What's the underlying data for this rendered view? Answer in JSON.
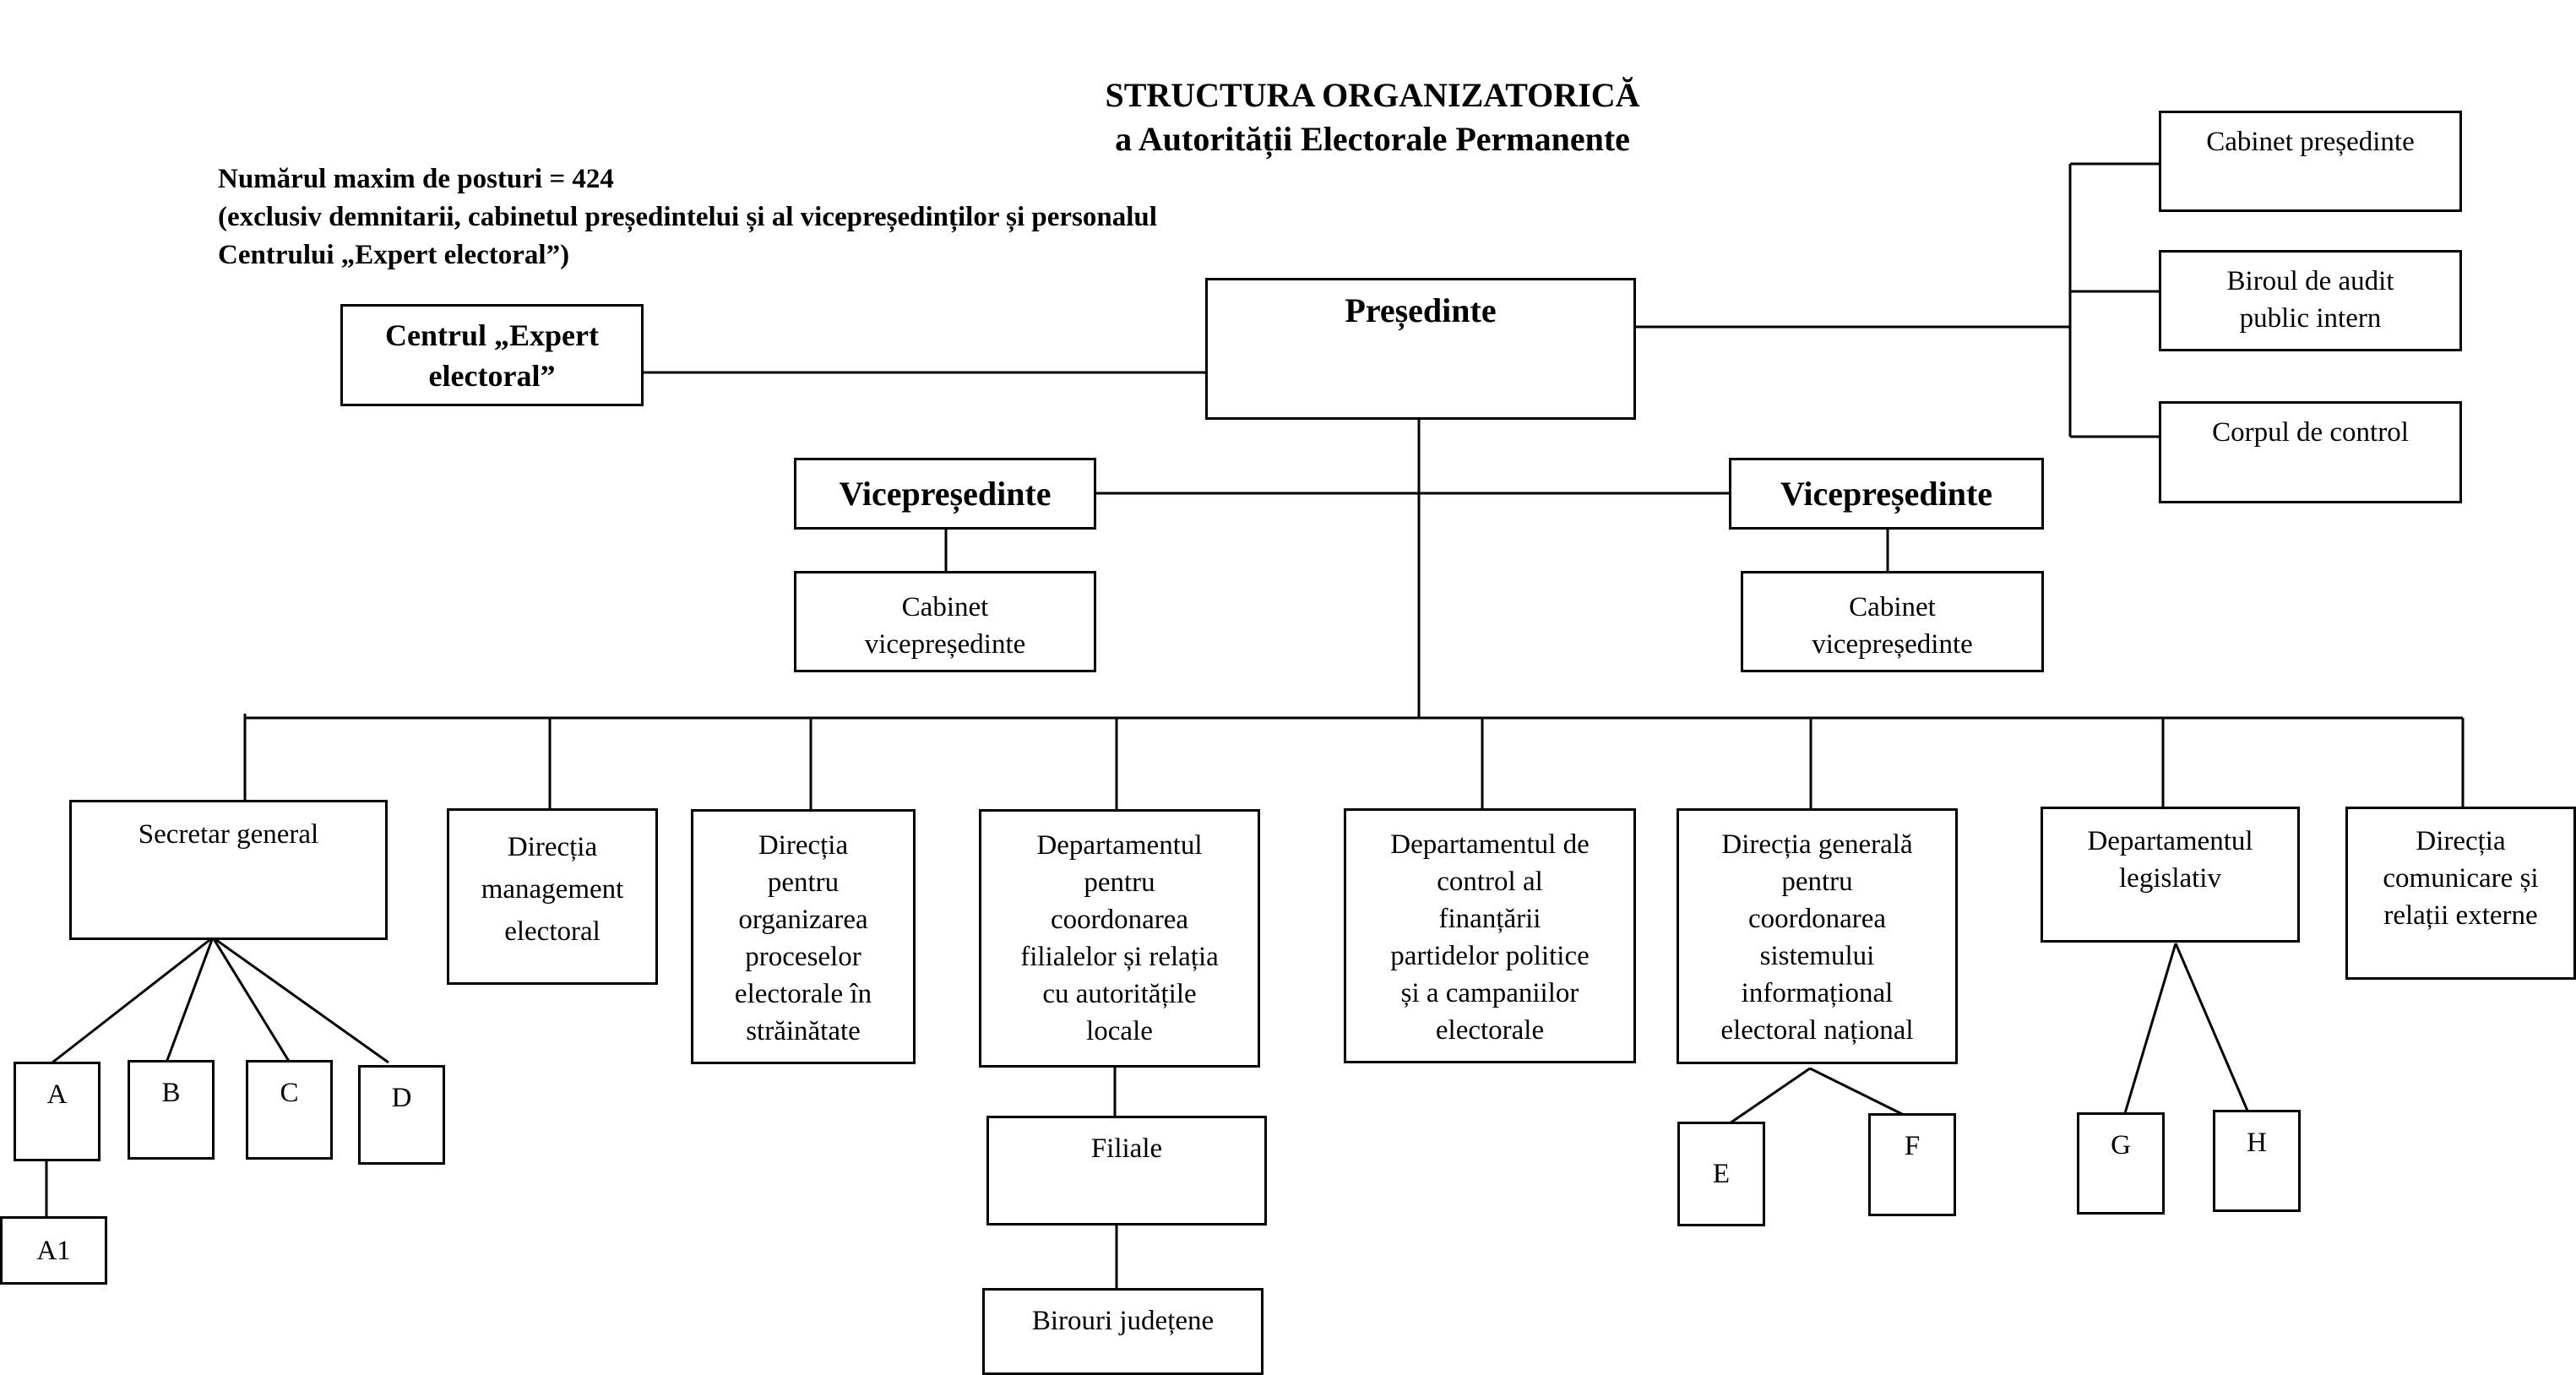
{
  "title": {
    "line1": "STRUCTURA ORGANIZATORICĂ",
    "line2": "a Autorității Electorale Permanente"
  },
  "note": {
    "line1": "Numărul maxim de posturi = 424",
    "line2": "(exclusiv demnitarii, cabinetul președintelui și al vicepreședinților și personalul",
    "line3": "Centrului „Expert electoral”)"
  },
  "nodes": {
    "presedinte": "Președinte",
    "centrul_expert": "Centrul „Expert\nelectoral”",
    "cabinet_presedinte": "Cabinet  președinte",
    "birou_audit": "Biroul de audit\npublic intern",
    "corpul_control": "Corpul de control",
    "vicepresedinte_1": "Vicepreședinte",
    "vicepresedinte_2": "Vicepreședinte",
    "cabinet_vp_1": "Cabinet\nvicepreședinte",
    "cabinet_vp_2": "Cabinet\nvicepreședinte",
    "secretar_general": "Secretar general",
    "directia_management": "Direcția\nmanagement\nelectoral",
    "directia_organizare": "Direcția\npentru\norganizarea\nproceselor\nelectorale în\nstrăinătate",
    "dept_filiale": "Departamentul\npentru\ncoordonarea\nfilialelor și relația\ncu autoritățile\nlocale",
    "dept_control": "Departamentul de\ncontrol al\nfinanțării\npartidelor politice\nși a campaniilor\nelectorale",
    "directia_it": "Direcția generală\npentru\ncoordonarea\nsistemului\ninformațional\nelectoral național",
    "dept_legislativ": "Departamentul\nlegislativ",
    "directia_comunicare": "Direcția\ncomunicare și\nrelații externe",
    "a": "A",
    "b": "B",
    "c": "C",
    "d": "D",
    "a1": "A1",
    "filiale": "Filiale",
    "birouri": "Birouri județene",
    "e": "E",
    "f": "F",
    "g": "G",
    "h": "H"
  }
}
